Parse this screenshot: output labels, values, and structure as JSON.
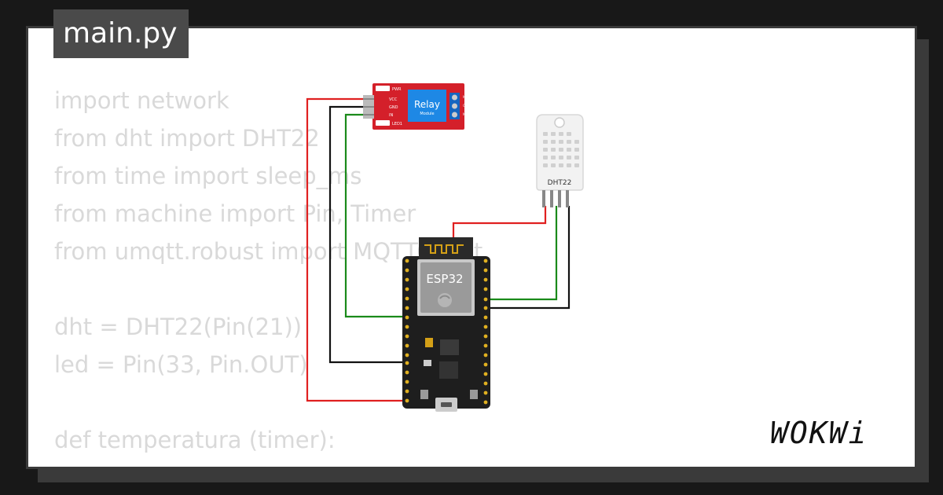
{
  "file_tab": {
    "label": "main.py"
  },
  "code_lines": [
    "import network",
    "from dht import DHT22",
    "from time import sleep_ms",
    "from machine import Pin, Timer",
    "from umqtt.robust import MQTTClient",
    "",
    "dht = DHT22(Pin(21))",
    "led = Pin(33, Pin.OUT)",
    "",
    "def temperatura (timer):"
  ],
  "components": {
    "relay": {
      "title": "Relay",
      "subtitle": "Module",
      "pins": [
        "VCC",
        "GND",
        "IN"
      ],
      "leds": [
        "PWR",
        "LED1"
      ],
      "outputs": [
        "NO",
        "COM",
        "NC"
      ]
    },
    "esp32": {
      "label": "ESP32"
    },
    "dht22": {
      "label": "DHT22"
    }
  },
  "wires": [
    {
      "from": "relay-vcc",
      "to": "esp32-3v3",
      "color": "#e02020"
    },
    {
      "from": "relay-gnd",
      "to": "esp32-gnd",
      "color": "#111111"
    },
    {
      "from": "relay-in",
      "to": "esp32-gpio33",
      "color": "#1a8a1a"
    },
    {
      "from": "dht22-vcc",
      "to": "esp32-3v3",
      "color": "#e02020"
    },
    {
      "from": "dht22-data",
      "to": "esp32-gpio21",
      "color": "#1a8a1a"
    },
    {
      "from": "dht22-gnd",
      "to": "esp32-gnd",
      "color": "#111111"
    }
  ],
  "brand": {
    "logo": "WOKWi"
  }
}
